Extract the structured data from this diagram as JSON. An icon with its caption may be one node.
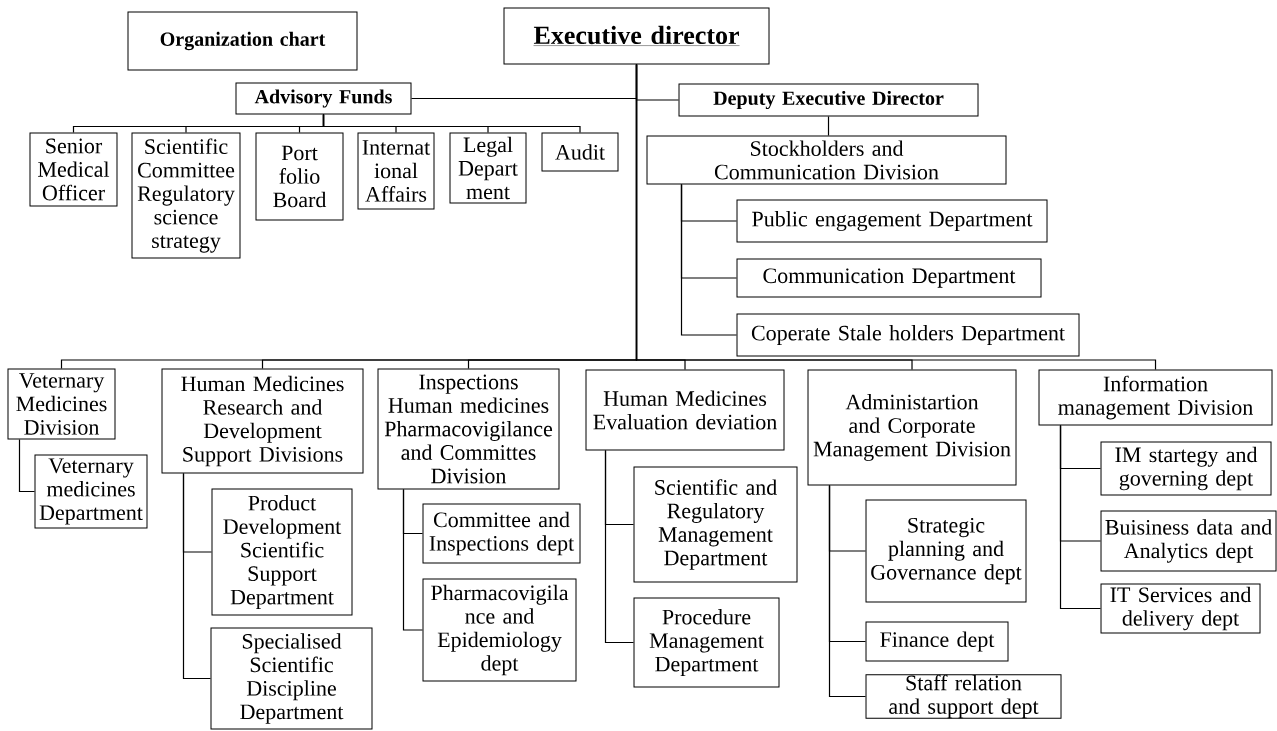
{
  "diagram": {
    "nodes": [
      {
        "text": [
          "Organization chart"
        ]
      },
      {
        "text": [
          "Executive director"
        ]
      },
      {
        "text": [
          "Advisory Funds"
        ]
      },
      {
        "text": [
          "Deputy Executive Director"
        ]
      },
      {
        "text": [
          "Senior Medical Officer"
        ]
      },
      {
        "text": [
          "Scientific Committee Regulatory science strategy"
        ]
      },
      {
        "text": [
          "Port folio Board"
        ]
      },
      {
        "text": [
          "Internat ional Affairs"
        ]
      },
      {
        "text": [
          "Legal Depart ment"
        ]
      },
      {
        "text": [
          "Audit"
        ]
      },
      {
        "text": [
          "Stockholders and Communication Division"
        ]
      },
      {
        "text": [
          "Public engagement Department"
        ]
      },
      {
        "text": [
          "Communication Department"
        ]
      },
      {
        "text": [
          "Coperate Stale holders Department"
        ]
      },
      {
        "text": [
          "Veternary Medicines Division"
        ]
      },
      {
        "text": [
          "Veternary medicines Department"
        ]
      },
      {
        "text": [
          "Human Medicines Research and Development Support Divisions"
        ]
      },
      {
        "text": [
          "Product Development Scientific Support Department"
        ]
      },
      {
        "text": [
          "Specialised Scientific Discipline Department"
        ]
      },
      {
        "text": [
          "Inspections Human medicines Pharmacovigilance and Committes Division"
        ]
      },
      {
        "text": [
          "Committee and Inspections dept"
        ]
      },
      {
        "text": [
          "Pharmacovigila nce and Epidemiology dept"
        ]
      },
      {
        "text": [
          "Human Medicines Evaluation deviation"
        ]
      },
      {
        "text": [
          "Scientific and Regulatory Management Department"
        ]
      },
      {
        "text": [
          "Procedure Management Department"
        ]
      },
      {
        "text": [
          "Administartion and Corporate Management Division"
        ]
      },
      {
        "text": [
          "Strategic planning and Governance dept"
        ]
      },
      {
        "text": [
          "Finance dept"
        ]
      },
      {
        "text": [
          "Staff relation and support dept"
        ]
      },
      {
        "text": [
          "Information management Division"
        ]
      },
      {
        "text": [
          "IM startegy and governing dept"
        ]
      },
      {
        "text": [
          "Buisiness data and Analytics dept"
        ]
      },
      {
        "text": [
          "IT Services and delivery dept"
        ]
      }
    ],
    "edges": [
      {
        "from": 1,
        "to": 2,
        "arrow": "none"
      },
      {
        "from": 1,
        "to": 3,
        "arrow": "none"
      },
      {
        "from": 2,
        "to": 4,
        "arrow": "none"
      },
      {
        "from": 2,
        "to": 5,
        "arrow": "none"
      },
      {
        "from": 2,
        "to": 6,
        "arrow": "none"
      },
      {
        "from": 2,
        "to": 7,
        "arrow": "none"
      },
      {
        "from": 2,
        "to": 8,
        "arrow": "none"
      },
      {
        "from": 2,
        "to": 9,
        "arrow": "none"
      },
      {
        "from": 3,
        "to": 10,
        "arrow": "none"
      },
      {
        "from": 10,
        "to": 11,
        "arrow": "none"
      },
      {
        "from": 10,
        "to": 12,
        "arrow": "none"
      },
      {
        "from": 10,
        "to": 13,
        "arrow": "none"
      },
      {
        "from": 1,
        "to": 14,
        "arrow": "none"
      },
      {
        "from": 1,
        "to": 16,
        "arrow": "none"
      },
      {
        "from": 1,
        "to": 19,
        "arrow": "none"
      },
      {
        "from": 1,
        "to": 22,
        "arrow": "none"
      },
      {
        "from": 1,
        "to": 25,
        "arrow": "none"
      },
      {
        "from": 1,
        "to": 29,
        "arrow": "none"
      },
      {
        "from": 14,
        "to": 15,
        "arrow": "none"
      },
      {
        "from": 16,
        "to": 17,
        "arrow": "none"
      },
      {
        "from": 16,
        "to": 18,
        "arrow": "none"
      },
      {
        "from": 19,
        "to": 20,
        "arrow": "none"
      },
      {
        "from": 19,
        "to": 21,
        "arrow": "none"
      },
      {
        "from": 22,
        "to": 23,
        "arrow": "none"
      },
      {
        "from": 22,
        "to": 24,
        "arrow": "none"
      },
      {
        "from": 25,
        "to": 26,
        "arrow": "none"
      },
      {
        "from": 25,
        "to": 27,
        "arrow": "none"
      },
      {
        "from": 25,
        "to": 28,
        "arrow": "none"
      },
      {
        "from": 29,
        "to": 30,
        "arrow": "none"
      },
      {
        "from": 29,
        "to": 31,
        "arrow": "none"
      },
      {
        "from": 29,
        "to": 32,
        "arrow": "none"
      }
    ]
  }
}
